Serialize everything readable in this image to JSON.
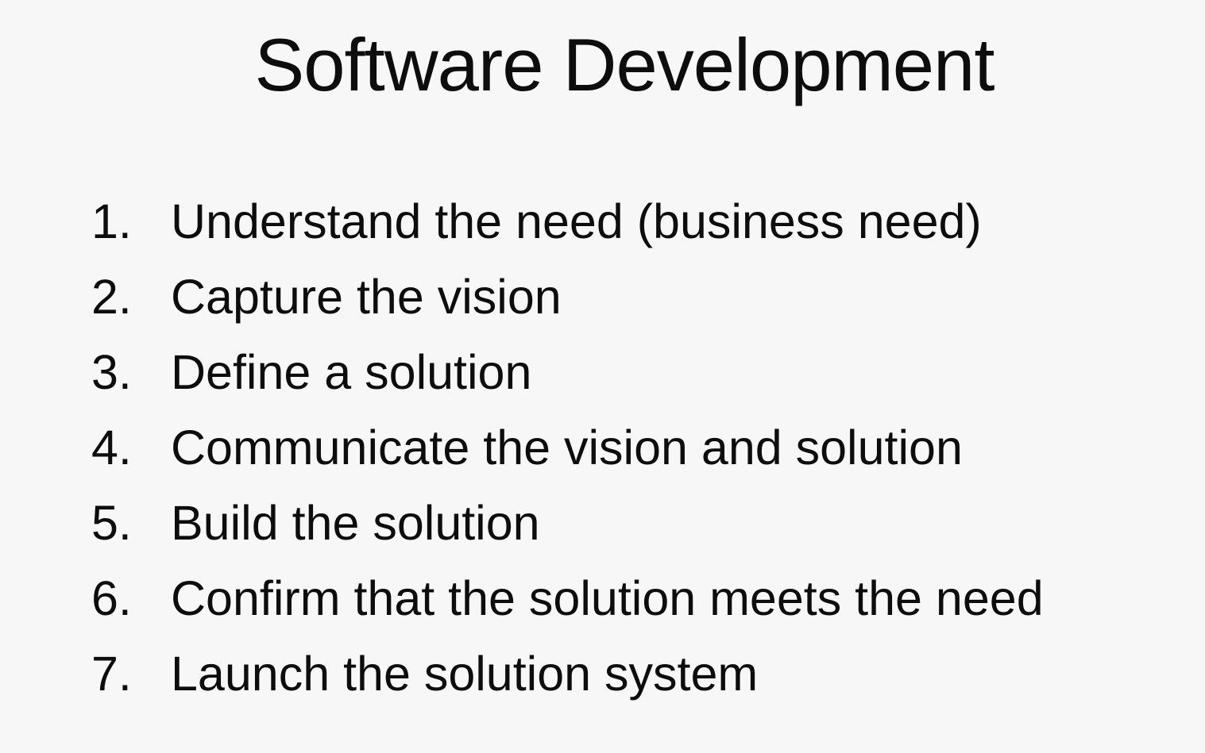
{
  "slide": {
    "title": "Software Development",
    "steps": [
      {
        "number": "1.",
        "text": "Understand the need (business need)"
      },
      {
        "number": "2.",
        "text": "Capture the vision"
      },
      {
        "number": "3.",
        "text": "Define a solution"
      },
      {
        "number": "4.",
        "text": "Communicate the vision and solution"
      },
      {
        "number": "5.",
        "text": "Build the solution"
      },
      {
        "number": "6.",
        "text": "Confirm that the solution meets the need"
      },
      {
        "number": "7.",
        "text": "Launch the solution system"
      }
    ]
  },
  "colors": {
    "background": "#f7f7f7",
    "text": "#0d0d0d"
  }
}
